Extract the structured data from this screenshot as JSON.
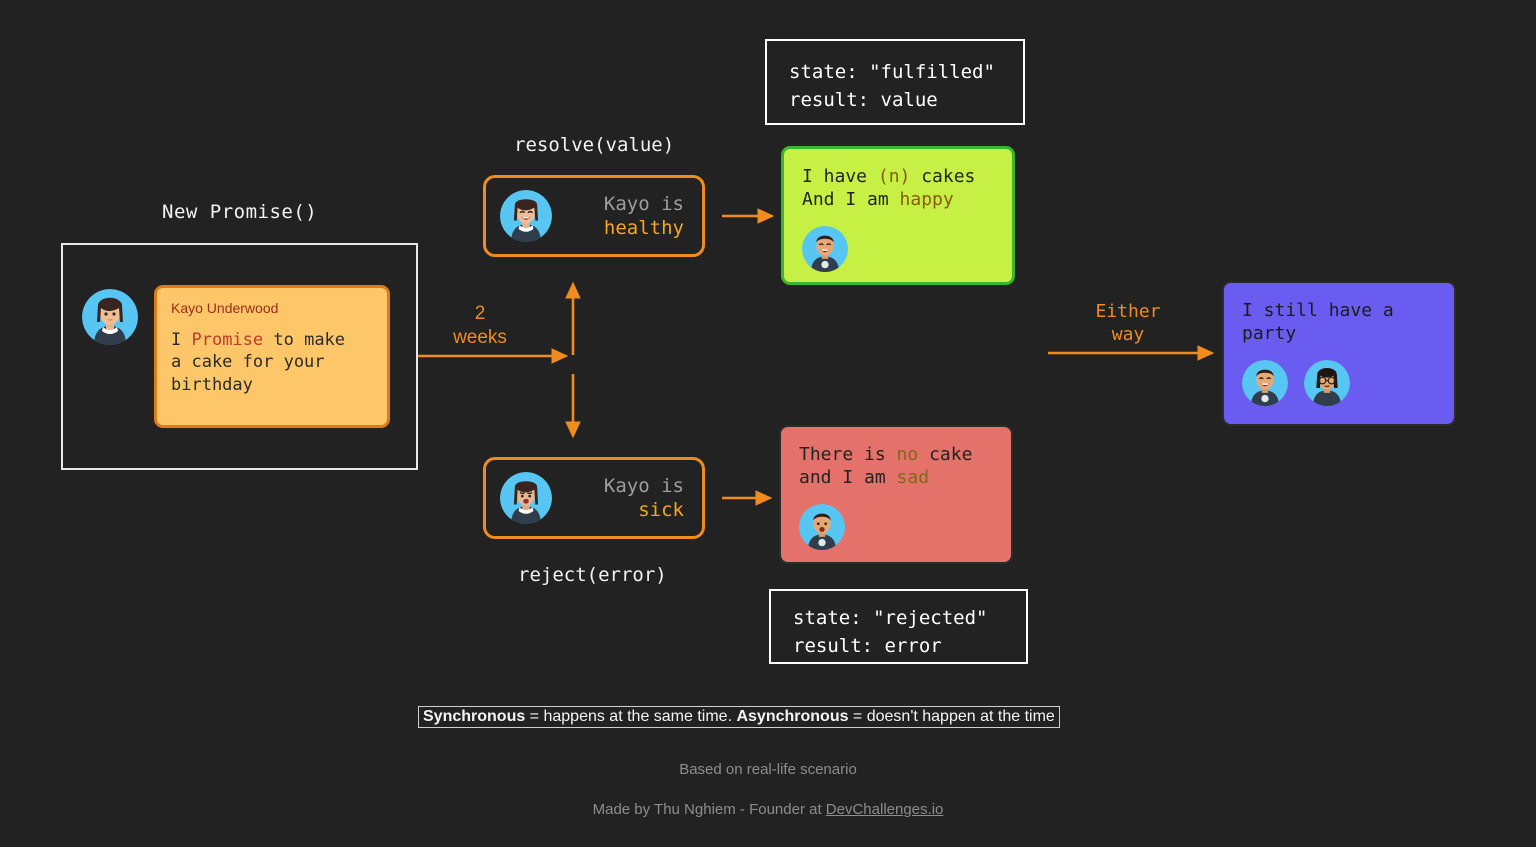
{
  "diagram": {
    "background_color": "#222222",
    "accent_orange": "#f08c1e"
  },
  "promise": {
    "label": "New Promise()",
    "card": {
      "author": "Kayo Underwood",
      "text_before": "I ",
      "highlight": "Promise",
      "text_after": " to make\na cake for your\nbirthday",
      "bg_color": "#fcc669",
      "border_color": "#e07b1c"
    },
    "avatar_name": "kayo-neutral-avatar"
  },
  "transition": {
    "weeks_label": "2\nweeks",
    "resolve_label": "resolve(value)",
    "reject_label": "reject(error)",
    "either_label": "Either\nway"
  },
  "states": {
    "fulfilled": "state: \"fulfilled\"\nresult: value",
    "rejected": "state: \"rejected\"\nresult: error"
  },
  "status": {
    "healthy": {
      "line1": "Kayo is",
      "line2": "healthy",
      "avatar_name": "kayo-happy-avatar"
    },
    "sick": {
      "line1": "Kayo is",
      "line2": "sick",
      "avatar_name": "kayo-sick-avatar"
    }
  },
  "outcomes": {
    "happy": {
      "l1_a": "I have ",
      "l1_hl": "(n)",
      "l1_b": " cakes",
      "l2_a": "And I am ",
      "l2_hl": "happy",
      "bg_color": "#c6f044",
      "border_color": "#3ab52f",
      "avatars": [
        "friend-happy-avatar"
      ]
    },
    "sad": {
      "l1_a": "There is ",
      "l1_hl": "no",
      "l1_b": " cake",
      "l2_a": "and I am ",
      "l2_hl": "sad",
      "bg_color": "#e4716a",
      "border_color": "#2b2b2b",
      "avatars": [
        "friend-sad-avatar"
      ]
    },
    "party": {
      "l1": "I still have a",
      "l2": "party",
      "bg_color": "#6a5cf0",
      "border_color": "#2b2b2b",
      "avatars": [
        "friend-happy-avatar",
        "friend-glasses-avatar"
      ]
    }
  },
  "footer": {
    "sync_bold": "Synchronous",
    "sync_rest": " = happens at the same time. ",
    "async_bold": "Asynchronous",
    "async_rest": " = doesn't happen at the time",
    "line1": "Based on real-life scenario",
    "credit_prefix": "Made by Thu Nghiem - Founder at ",
    "credit_link": "DevChallenges.io"
  }
}
